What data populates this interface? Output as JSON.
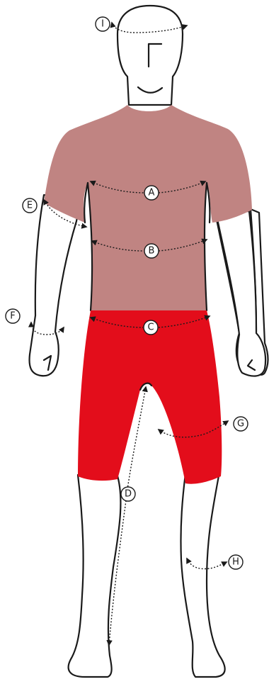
{
  "colors": {
    "shirt": "#c08482",
    "shorts": "#e30d1b",
    "outline": "#1a1a1a",
    "background": "#ffffff"
  },
  "labels": {
    "A": "A",
    "B": "B",
    "C": "C",
    "D": "D",
    "E": "E",
    "F": "F",
    "G": "G",
    "H": "H",
    "I": "I"
  }
}
